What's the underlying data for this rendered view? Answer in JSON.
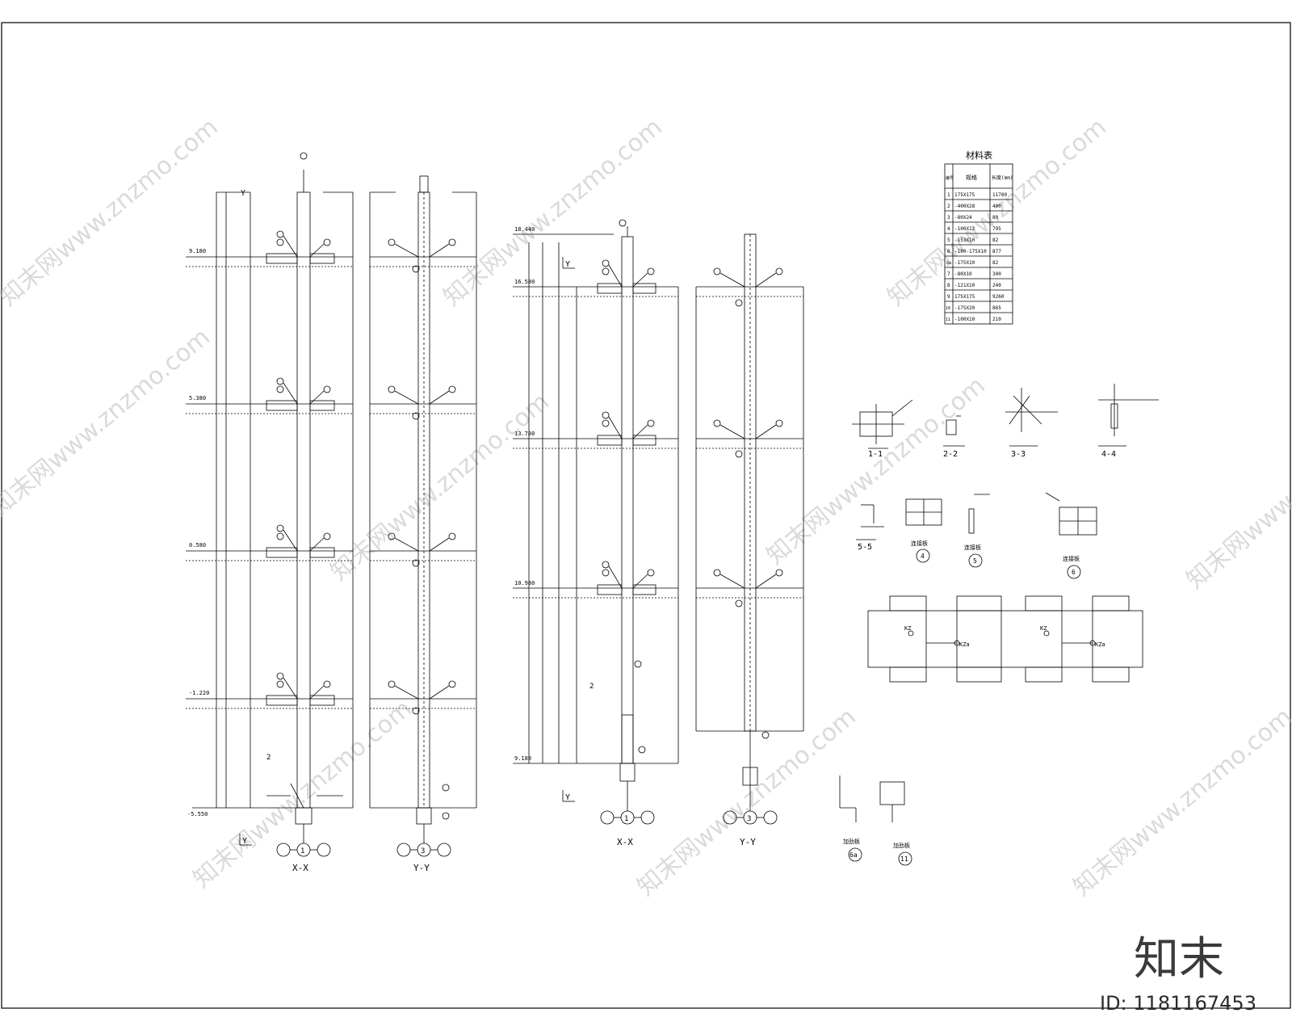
{
  "sheet": {
    "views": [
      {
        "id": "xx1",
        "title": "X-X",
        "axis": "1",
        "levels": [
          "9.180",
          "5.380",
          "0.580",
          "-1.220",
          "-5.550"
        ],
        "bottom_left": "Y",
        "note": "2"
      },
      {
        "id": "yy1",
        "title": "Y-Y",
        "axis": "3"
      },
      {
        "id": "xx2",
        "title": "X-X",
        "axis": "1",
        "levels": [
          "18.440",
          "16.580",
          "13.780",
          "10.980",
          "9.180"
        ],
        "note": "2"
      },
      {
        "id": "yy2",
        "title": "Y-Y",
        "axis": "3"
      }
    ],
    "axis_glyph": "Y"
  },
  "material_table": {
    "title": "材料表",
    "headers": [
      "编号",
      "规格",
      "长度(mm)"
    ],
    "rows": [
      [
        "1",
        "175X175",
        "11780"
      ],
      [
        "2",
        "-400X28",
        "400"
      ],
      [
        "3",
        "-80X24",
        "80"
      ],
      [
        "4",
        "-100X12",
        "795"
      ],
      [
        "5",
        "-153X10",
        "82"
      ],
      [
        "6",
        "-100-175X10",
        "877"
      ],
      [
        "6a",
        "-175X10",
        "82"
      ],
      [
        "7",
        "-80X10",
        "300"
      ],
      [
        "8",
        "-121X10",
        "240"
      ],
      [
        "9",
        "175X175",
        "9260"
      ],
      [
        "10",
        "-175X20",
        "865"
      ],
      [
        "11",
        "-100X10",
        "210"
      ]
    ]
  },
  "details": {
    "sections": [
      "1-1",
      "2-2",
      "3-3",
      "4-4",
      "5-5"
    ],
    "plates": [
      {
        "label": "连接板",
        "num": "4"
      },
      {
        "label": "连接板",
        "num": "5"
      },
      {
        "label": "连接板",
        "num": "6"
      },
      {
        "label": "加劲板",
        "num": "6a"
      },
      {
        "label": "加劲板",
        "num": "11"
      }
    ],
    "plan_marks": [
      "KZ",
      "KZa",
      "KZ",
      "KZa"
    ]
  },
  "watermark": {
    "text": "知末网www.znzmo.com"
  },
  "brand": {
    "logo": "知末",
    "id": "ID: 1181167453"
  }
}
